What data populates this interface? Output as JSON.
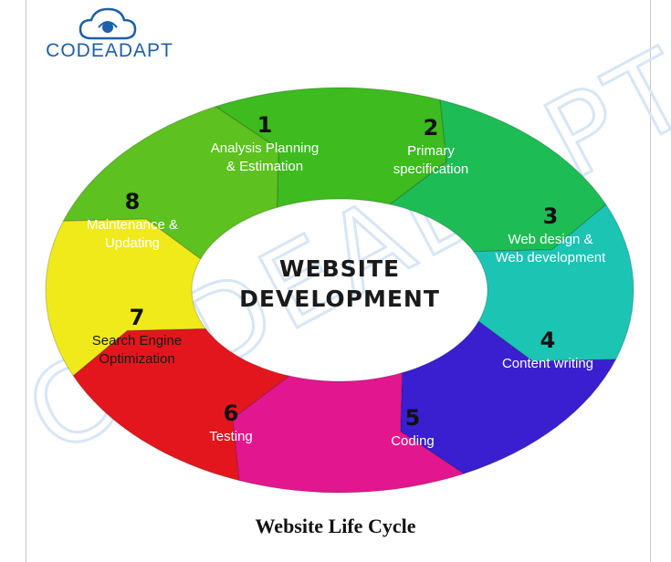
{
  "brand": {
    "name": "CODEADAPT",
    "watermark": "CODEADAPT",
    "colors": {
      "logo": "#1f5fa8",
      "watermark": "#d7e6f5"
    }
  },
  "diagram": {
    "center": {
      "line1": "WEBSITE",
      "line2": "DEVELOPMENT"
    },
    "segments": [
      {
        "number": "1",
        "line1": "Analysis Planning",
        "line2": "& Estimation",
        "color": "#3dbb1f"
      },
      {
        "number": "2",
        "line1": "Primary",
        "line2": "specification",
        "color": "#1ebc55"
      },
      {
        "number": "3",
        "line1": "Web design &",
        "line2": "Web development",
        "color": "#1cc4b4"
      },
      {
        "number": "4",
        "line1": "Content writing",
        "line2": "",
        "color": "#3a1fd0"
      },
      {
        "number": "5",
        "line1": "Coding",
        "line2": "",
        "color": "#e2168e"
      },
      {
        "number": "6",
        "line1": "Testing",
        "line2": "",
        "color": "#e3161e"
      },
      {
        "number": "7",
        "line1": "Search Engine",
        "line2": "Optimization",
        "color": "#f0ea1a"
      },
      {
        "number": "8",
        "line1": "Maintenance &",
        "line2": "Updating",
        "color": "#5dc11f"
      }
    ]
  },
  "caption": "Website Life Cycle"
}
